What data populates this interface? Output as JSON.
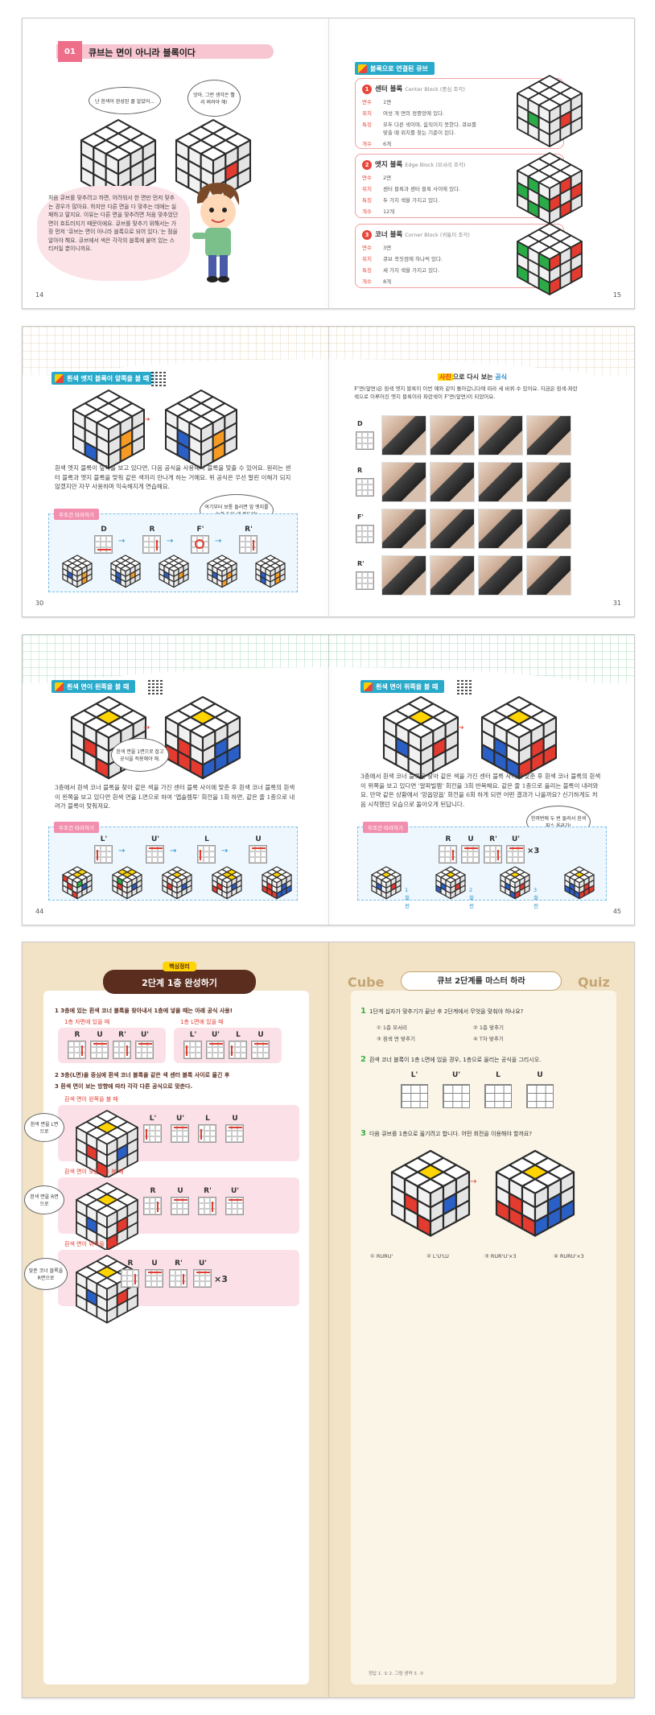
{
  "spread1": {
    "page_left": "14",
    "page_right": "15",
    "section_num": "01",
    "section_title": "큐브는 면이 아니라 블록이다",
    "bubble_a": "난 흰색이 완성된 줄 알았어...",
    "bubble_b": "앗아, 그런 생각은 빨리 버려야 해!",
    "paragraph": "처음 큐브를 맞추려고 하면, 어려워서 한 면만 먼저 맞추는 경우가 많아요. 하지만 다른 면을 다 맞추는 데에는 실패하고 말지요. 이유는 다른 면을 맞추려면 처음 맞추었던 면이 흐트러지기 때문이에요. 큐브를 맞추기 위해서는 가장 먼저 '큐브는 면이 아니라 블록으로 되어 있다.'는 점을 알아야 해요. 큐브에서 색은 각각의 블록에 붙어 있는 스티커일 뿐이니까요.",
    "right_tag": "블록으로 연결된 큐브",
    "blocks": [
      {
        "n": "1",
        "name": "센터 블록",
        "en": "Center Block (중심 조각)",
        "rows": [
          [
            "면수",
            "1면"
          ],
          [
            "위치",
            "여섯 개 면의 정중앙에 있다."
          ],
          [
            "특징",
            "모두 다른 색이며, 움직이지 못한다. 큐브를 맞출 때 위치를 찾는 기준이 된다."
          ],
          [
            "개수",
            "6개"
          ]
        ]
      },
      {
        "n": "2",
        "name": "엣지 블록",
        "en": "Edge Block (모서리 조각)",
        "rows": [
          [
            "면수",
            "2면"
          ],
          [
            "위치",
            "센터 블록과 센터 블록 사이에 있다."
          ],
          [
            "특징",
            "두 가지 색을 가지고 있다."
          ],
          [
            "개수",
            "12개"
          ]
        ]
      },
      {
        "n": "3",
        "name": "코너 블록",
        "en": "Corner Block (귀퉁이 조각)",
        "rows": [
          [
            "면수",
            "3면"
          ],
          [
            "위치",
            "큐브 꼭짓점에 하나씩 있다."
          ],
          [
            "특징",
            "세 가지 색을 가지고 있다."
          ],
          [
            "개수",
            "8개"
          ]
        ]
      }
    ]
  },
  "spread2": {
    "page_left": "30",
    "page_right": "31",
    "tag": "흰색 엣지 블록이 앞쪽을 볼 때",
    "paragraph": "흰색 엣지 블록이 앞쪽을 보고 있다면, 다음 공식을 사용해서 블록을 맞출 수 있어요. 원리는 센터 블록과 엣지 블록을 맞춰 같은 색끼리 만나게 하는 거예요. 위 공식은 우선 말린 이해가 되지 않겠지만 자꾸 사용하며 익숙해지게 연습해요.",
    "follow_label": "무조건 따라하기",
    "bubble": "여기부터 보통 돌리면 앞 엣지를 놓쳐 두어 개 정도야!",
    "moves": [
      "D",
      "R",
      "F'",
      "R'"
    ],
    "photo_title_a": "사진",
    "photo_title_b": "으로 다시 보는 ",
    "photo_title_c": "공식",
    "photo_para": "F'면(앞면)은 흰색 엣지 블록이 이번 예와 같이 돌아갑니다에 따라 세 바퀴 수 있어요. 지금은 흰색-파란색으로 이루어진 엣지 블록이라 파란색이 F'면(앞면)이 되었어요.",
    "photo_rows": [
      "D",
      "R",
      "F'",
      "R'"
    ]
  },
  "spread3": {
    "page_left": "44",
    "page_right": "45",
    "tag_left": "흰색 면이 왼쪽을 볼 때",
    "tag_right": "흰색 면이 위쪽을 볼 때",
    "bubble_left": "흰색 면을 1면으로 잡고 공식을 적용해야 해.",
    "bubble_right": "한꺼번에 두 번 돌려서 흰색 피스 올라가!",
    "para_left": "3층에서 흰색 코너 블록을 찾아 같은 색을 가진 센터 블록 사이에 맞춘 후 흰색 코너 블록의 흰색이 왼쪽을 보고 있다면 흰색 면을 L면으로 하여 '앱솔렘투' 회전을 1회 하면, 같은 줄 1층으로 내려가 블록이 맞춰져요.",
    "para_right": "3층에서 흰색 코너 블록을 찾아 같은 색을 가진 센터 블록 사이에 맞춘 후 흰색 코너 블록의 흰색이 위쪽을 보고 있다면 '알파빌렘' 회전을 3회 반복해요. 같은 줄 1층으로 올리는 블록이 내려와요. 만약 같은 상황에서 '앙옵앙옵' 회전을 6회 하게 되면 어떤 결과가 나올까요? 신기하게도 처음 시작했던 모습으로 돌아오게 된답니다.",
    "follow_label": "무조건 따라하기",
    "moves_left": [
      "L'",
      "U'",
      "L",
      "U"
    ],
    "moves_right": [
      "R",
      "U",
      "R'",
      "U'"
    ],
    "times": "×3",
    "step_labels": [
      "1회전",
      "2회전",
      "3회전"
    ]
  },
  "spread4": {
    "left_title": "2단계 1층 완성하기",
    "left_badge": "핵심정리",
    "s1": "1 3층에 있는 흰색 코너 블록을 찾아내서 1층에 넣을 때는 아래 공식 사용!",
    "s1a": "1층 자면에 있을 때",
    "s1b": "1층 L면에 있을 때",
    "moves_a": [
      "R",
      "U",
      "R'",
      "U'"
    ],
    "moves_b": [
      "L'",
      "U'",
      "L",
      "U"
    ],
    "s2": "2 3층(L면)을 중심에 흰색 코너 블록을 같은 색 센터 블록 사이로 옮긴 후",
    "s3": "3 흰색 면이 보는 방향에 따라 각각 다른 공식으로 맞춘다.",
    "c1": "흰색 면이 왼쪽을 볼 때",
    "c2": "흰색 면이 오른쪽을 볼 때",
    "c3": "흰색 면이 위쪽을 볼 때",
    "side1": "흰색 면을 L면으로",
    "side2": "흰색 면을 R면으로",
    "side3": "맞춘 코너 블록을 R면으로",
    "moves_c1": [
      "L'",
      "U'",
      "L",
      "U"
    ],
    "moves_c2": [
      "R",
      "U",
      "R'",
      "U'"
    ],
    "moves_c3": [
      "R",
      "U",
      "R'",
      "U'"
    ],
    "times": "×3",
    "quiz_cube": "Cube",
    "quiz_title": "큐브 2단계를 마스터 하라",
    "quiz_word": "Quiz",
    "q1": "1단계 십자가 맞추기가 끝난 후 2단계에서 무엇을 맞춰야 하나요?",
    "q1_opts": [
      "1층 모서리",
      "1층 맞추기",
      "흰색 면 맞추기",
      "T자 맞추기"
    ],
    "q2": "흰색 코너 블록이 1층 L면에 있을 경우, 1층으로 올리는 공식을 그리시오.",
    "q2_moves": [
      "L'",
      "U'",
      "L",
      "U"
    ],
    "q3": "다음 큐브를 1층으로 옮기려고 합니다. 어떤 회전을 이용해야 할까요?",
    "q3_opts": [
      "RURU'",
      "L'U'LU",
      "RUR'U'×3",
      "RURU'×3"
    ],
    "footer": "정답 1. ①  2. 그림 생략  3. ③"
  },
  "colors": {
    "white": "#ffffff",
    "red": "#e33b2f",
    "green": "#2bab47",
    "blue": "#2a5fc6",
    "yellow": "#ffd400",
    "orange": "#f59b24",
    "accent_pink": "#ee6f8a",
    "accent_cyan": "#29aacb"
  }
}
